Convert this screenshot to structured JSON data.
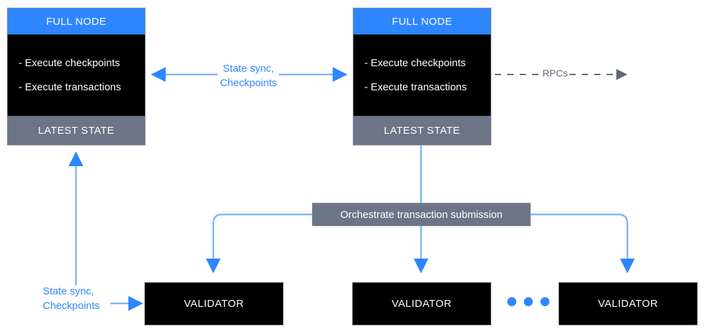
{
  "diagram": {
    "colors": {
      "accent_blue": "#2E86FF",
      "edge_blue": "#7FB4F5",
      "slate_gray": "#6B7586",
      "rpc_gray": "#5F6877",
      "node_black": "#000000",
      "background": "#FFFFFF"
    },
    "full_nodes": [
      {
        "id": "full-node-left",
        "header": "FULL NODE",
        "bullets": [
          "- Execute checkpoints",
          "- Execute transactions"
        ],
        "footer": "LATEST STATE"
      },
      {
        "id": "full-node-right",
        "header": "FULL NODE",
        "bullets": [
          "- Execute checkpoints",
          "- Execute transactions"
        ],
        "footer": "LATEST STATE"
      }
    ],
    "orchestrator": {
      "label": "Orchestrate transaction submission"
    },
    "validators": [
      {
        "label": "VALIDATOR"
      },
      {
        "label": "VALIDATOR"
      },
      {
        "label": "VALIDATOR"
      }
    ],
    "ellipsis": {
      "dot_count": 3
    },
    "edges": {
      "state_sync_between_nodes": "State sync,\nCheckpoints",
      "state_sync_to_validator": "State sync,\nCheckpoints",
      "rpcs": "RPCs"
    }
  }
}
